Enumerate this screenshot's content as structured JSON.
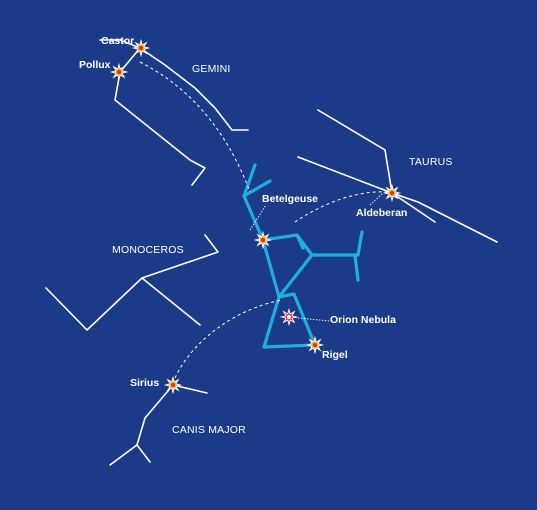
{
  "background_color": "#1b3a87",
  "constellation_line_color": "#ffffff",
  "orion_line_color": "#1eaee0",
  "star_colors": {
    "outer": "#e8a317",
    "inner": "#e0301e",
    "nebula": "#d81e2a"
  },
  "constellations": {
    "gemini": "GEMINI",
    "taurus": "TAURUS",
    "monoceros": "MONOCEROS",
    "canis_major": "CANIS MAJOR"
  },
  "stars": {
    "castor": "Castor",
    "pollux": "Pollux",
    "betelgeuse": "Betelgeuse",
    "aldebaran": "Aldeberan",
    "rigel": "Rigel",
    "sirius": "Sirius",
    "orion_nebula": "Orion Nebula"
  }
}
